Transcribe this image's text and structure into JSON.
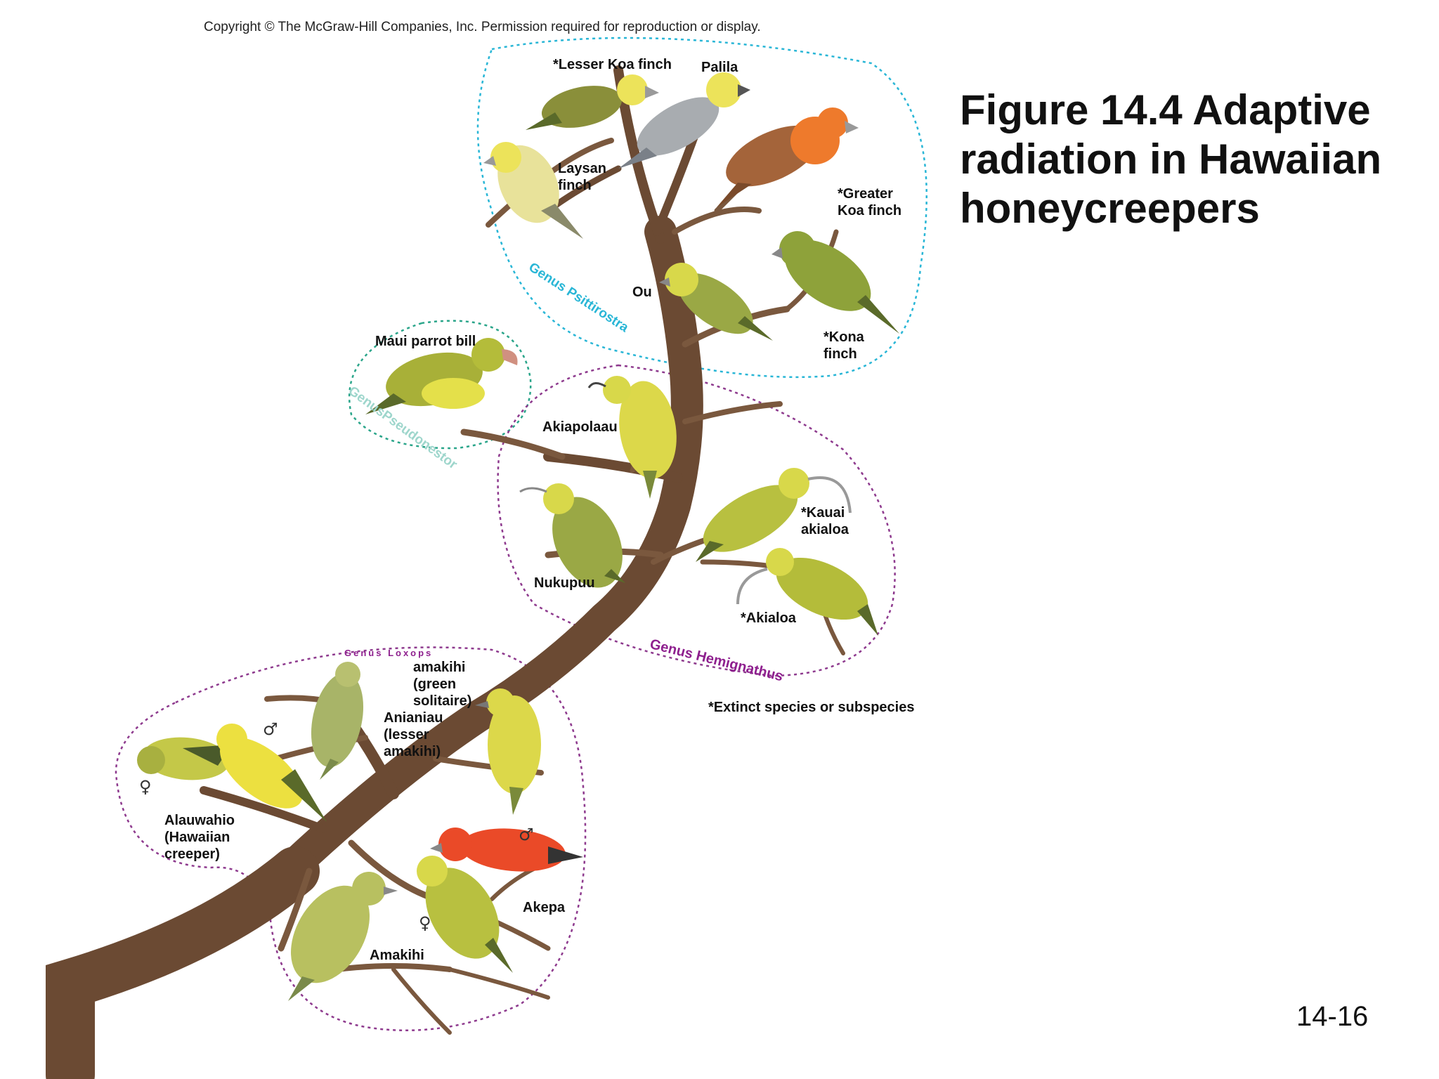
{
  "copyright": "Copyright © The McGraw-Hill Companies, Inc. Permission required for reproduction or display.",
  "title_lines": [
    "Figure 14.4 Adaptive",
    "radiation in Hawaiian",
    "honeycreepers"
  ],
  "slide_number": "14-16",
  "footnote": "*Extinct species or subspecies",
  "genera": {
    "psittirostra": {
      "label": "Genus Psittirostra",
      "color": "#29b6d6"
    },
    "pseudonestor": {
      "label": "GenusPseudonestor",
      "color": "#9ed6cc"
    },
    "hemignathus": {
      "label": "Genus Hemignathus",
      "color": "#8e1f8e"
    },
    "loxops": {
      "label": "Genus Loxops",
      "color": "#8e1f8e"
    }
  },
  "species": {
    "lesser_koa": [
      "*Lesser Koa finch"
    ],
    "palila": [
      "Palila"
    ],
    "laysan": [
      "Laysan",
      "finch"
    ],
    "greater_koa": [
      "*Greater",
      "Koa finch"
    ],
    "ou": [
      "Ou"
    ],
    "kona": [
      "*Kona",
      "finch"
    ],
    "maui": [
      "Maui parrot bill"
    ],
    "akiapolaau": [
      "Akiapolaau"
    ],
    "kauai": [
      "*Kauai",
      "akialoa"
    ],
    "nukupuu": [
      "Nukupuu"
    ],
    "akialoa": [
      "*Akialoa"
    ],
    "amakihi_green": [
      "amakihi",
      "(green",
      "solitaire)"
    ],
    "anianiau": [
      "Anianiau",
      "(lesser",
      "amakihi)"
    ],
    "alauwahio": [
      "Alauwahio",
      "(Hawaiian",
      "creeper)"
    ],
    "akepa": [
      "Akepa"
    ],
    "amakihi": [
      "Amakihi"
    ]
  },
  "sex_symbols": {
    "male": "♂",
    "female": "♀"
  },
  "colors": {
    "branch": "#6b4a33",
    "branch_light": "#8a6447",
    "olive": "#9aa845",
    "yellow": "#e8e05a",
    "yellow_green": "#c9d04e",
    "orange": "#e86a28",
    "red": "#e8442a",
    "gray": "#a8acb0",
    "dark_wing": "#5a6a2a"
  }
}
